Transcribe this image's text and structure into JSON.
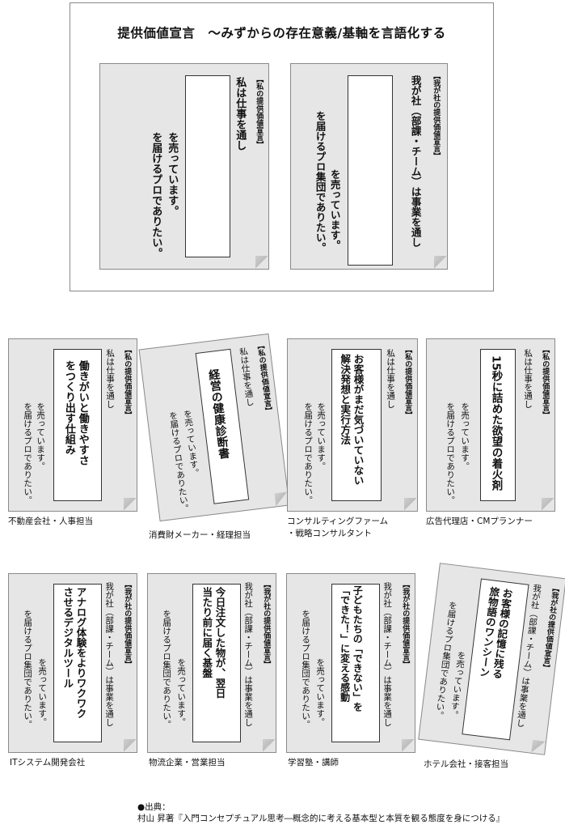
{
  "top": {
    "title": "提供価値宣言　〜みずからの存在意義/基軸を言語化する",
    "left_template": {
      "tag": "【私の提供価値宣言】",
      "line1": "私は仕事を通し",
      "line2": "を売っています。",
      "line3": "を届けるプロでありたい。"
    },
    "right_template": {
      "tag": "【我が社の提供価値宣言】",
      "line1": "我が社（部課・チーム）は事業を通し",
      "line2": "を売っています。",
      "line3": "を届けるプロ集団でありたい。"
    }
  },
  "examples": [
    {
      "tag": "【私の提供価値宣言】",
      "line1": "私は仕事を通し",
      "line2": "を売っています。",
      "line3": "を届けるプロでありたい。",
      "fill": "働きがいと働きやすさ\nをつくり出す仕組み",
      "caption": "不動産会社・人事担当"
    },
    {
      "tag": "【私の提供価値宣言】",
      "line1": "私は仕事を通し",
      "line2": "を売っています。",
      "line3": "を届けるプロでありたい。",
      "fill": "経営の健康診断書",
      "caption": "消費財メーカー・経理担当"
    },
    {
      "tag": "【私の提供価値宣言】",
      "line1": "私は仕事を通し",
      "line2": "を売っています。",
      "line3": "を届けるプロでありたい。",
      "fill": "お客様がまだ気づいていない\n解決発想と実行方法",
      "caption": "コンサルティングファーム\n・戦略コンサルタント"
    },
    {
      "tag": "【私の提供価値宣言】",
      "line1": "私は仕事を通し",
      "line2": "を売っています。",
      "line3": "を届けるプロでありたい。",
      "fill": "15秒に詰めた欲望の着火剤",
      "caption": "広告代理店・CMプランナー"
    },
    {
      "tag": "【我が社の提供価値宣言】",
      "line1": "我が社（部課・チーム）は事業を通し",
      "line2": "を売っています。",
      "line3": "を届けるプロ集団でありたい。",
      "fill": "アナログ体験をよりワクワク\nさせるデジタルツール",
      "caption": "ITシステム開発会社"
    },
    {
      "tag": "【我が社の提供価値宣言】",
      "line1": "我が社（部課・チーム）は事業を通し",
      "line2": "を売っています。",
      "line3": "を届けるプロ集団でありたい。",
      "fill": "今日注文した物が、翌日\n当たり前に届く基盤",
      "caption": "物流企業・営業担当"
    },
    {
      "tag": "【我が社の提供価値宣言】",
      "line1": "我が社（部課・チーム）は事業を通し",
      "line2": "を売っています。",
      "line3": "を届けるプロ集団でありたい。",
      "fill": "子どもたちの「できない」を\n「できた！」に変える感動",
      "caption": "学習塾・講師"
    },
    {
      "tag": "【我が社の提供価値宣言】",
      "line1": "我が社（部課・チーム）は事業を通し",
      "line2": "を売っています。",
      "line3": "を届けるプロ集団でありたい。",
      "fill": "お客様の記憶に残る\n旅物語のワンシーン",
      "caption": "ホテル会社・接客担当"
    }
  ],
  "source": {
    "label": "●出典：",
    "text": "村山 昇著『入門コンセプチュアル思考―概念的に考える基本型と本質を観る態度を身につける』"
  }
}
